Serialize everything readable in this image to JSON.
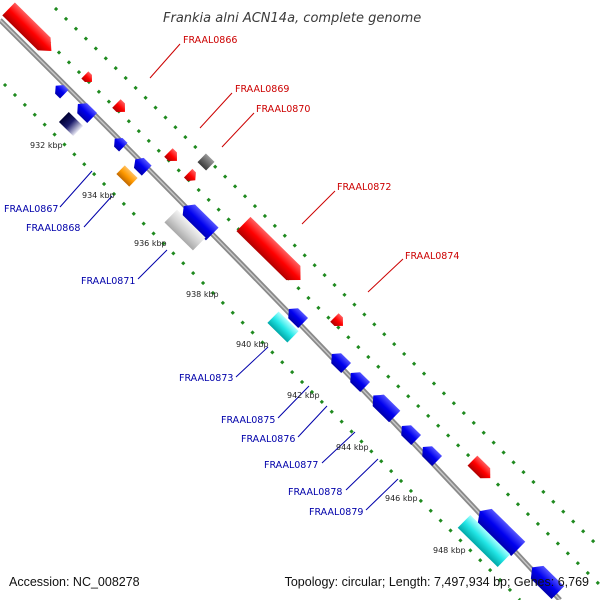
{
  "title": "Frankia alni ACN14a, complete genome",
  "footer": {
    "accession": "Accession: NC_008278",
    "topology": "Topology: circular; Length: 7,497,934 bp; Genes: 6,769"
  },
  "colors": {
    "forward_label": "#cc0000",
    "reverse_label": "#0000aa",
    "backbone": "#8a8a8a",
    "dots": "#1f8a1f"
  },
  "kbp_ticks": [
    "932 kbp",
    "934 kbp",
    "936 kbp",
    "938 kbp",
    "940 kbp",
    "942 kbp",
    "944 kbp",
    "946 kbp",
    "948 kbp"
  ],
  "forward_labels": [
    "FRAAL0866",
    "FRAAL0869",
    "FRAAL0870",
    "FRAAL0872",
    "FRAAL0874"
  ],
  "reverse_labels": [
    "FRAAL0867",
    "FRAAL0868",
    "FRAAL0871",
    "FRAAL0873",
    "FRAAL0875",
    "FRAAL0876",
    "FRAAL0877",
    "FRAAL0878",
    "FRAAL0879"
  ],
  "gene_color_names": [
    "red",
    "blue",
    "navy-gradient",
    "orange",
    "light-gray",
    "cyan",
    "dark-gray"
  ]
}
